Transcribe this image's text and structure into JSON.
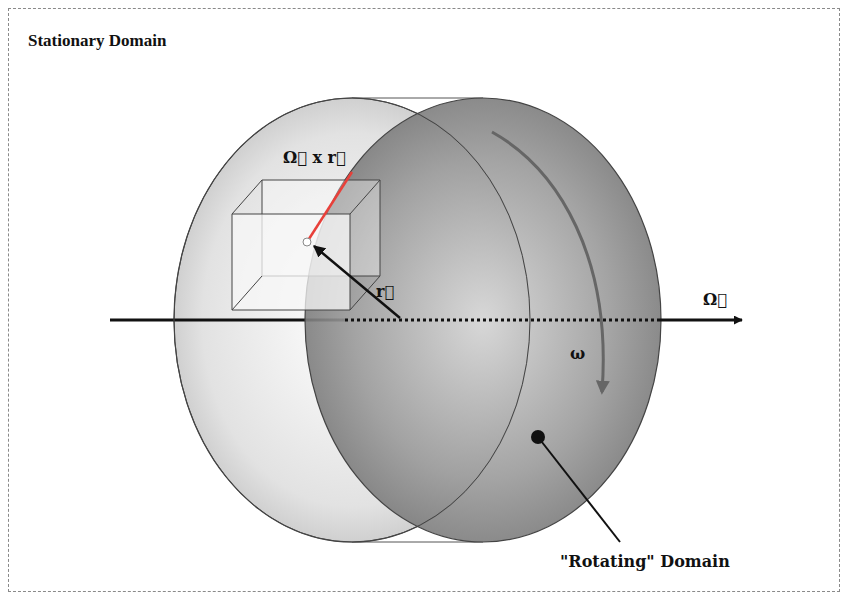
{
  "diagram": {
    "nodes": [
      {
        "text": [
          "Stationary Domain"
        ]
      }
    ],
    "labels": [
      "Ω⃗ x r⃗",
      "r⃗",
      "Ω⃗",
      "ω",
      "\"Rotating\" Domain"
    ]
  }
}
